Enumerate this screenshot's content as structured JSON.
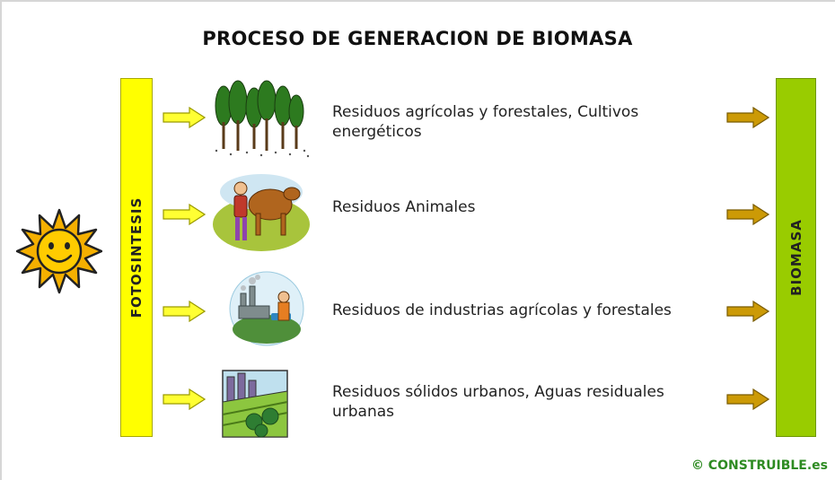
{
  "title": "PROCESO DE GENERACION DE BIOMASA",
  "left_bar": {
    "label": "FOTOSINTESIS",
    "color": "#ffff00"
  },
  "right_bar": {
    "label": "BIOMASA",
    "color": "#99cc00"
  },
  "rows": [
    {
      "text": "Residuos agrícolas y forestales, Cultivos energéticos",
      "icon": "forest-icon"
    },
    {
      "text": "Residuos Animales",
      "icon": "farmer-cow-icon"
    },
    {
      "text": "Residuos de industrias agrícolas y forestales",
      "icon": "industry-icon"
    },
    {
      "text": "Residuos sólidos urbanos, Aguas residuales urbanas",
      "icon": "urban-waste-icon"
    }
  ],
  "icons": {
    "source": "sun-icon"
  },
  "colors": {
    "left_arrow": "#ffff33",
    "right_arrow": "#cc9a06"
  },
  "credit": "© CONSTRUIBLE.es"
}
